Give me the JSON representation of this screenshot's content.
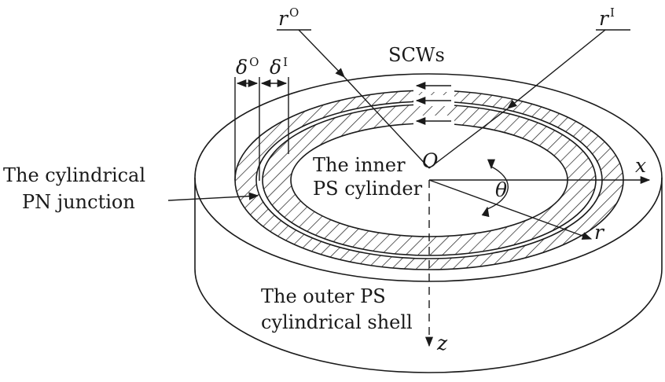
{
  "labels": {
    "scws": "SCWs",
    "cylindrical_pn_line1": "The cylindrical",
    "cylindrical_pn_line2": "PN junction",
    "inner_ps_line1": "The inner",
    "inner_ps_line2": "PS cylinder",
    "outer_ps_line1": "The outer PS",
    "outer_ps_line2": "cylindrical shell"
  },
  "symbols": {
    "r": "r",
    "outer_sup": "O",
    "inner_sup": "I",
    "delta": "δ",
    "origin": "O",
    "x_axis": "x",
    "z_axis": "z",
    "theta": "θ",
    "r_axis": "r"
  },
  "colors": {
    "ink": "#1a1a1a",
    "background": "#ffffff"
  }
}
